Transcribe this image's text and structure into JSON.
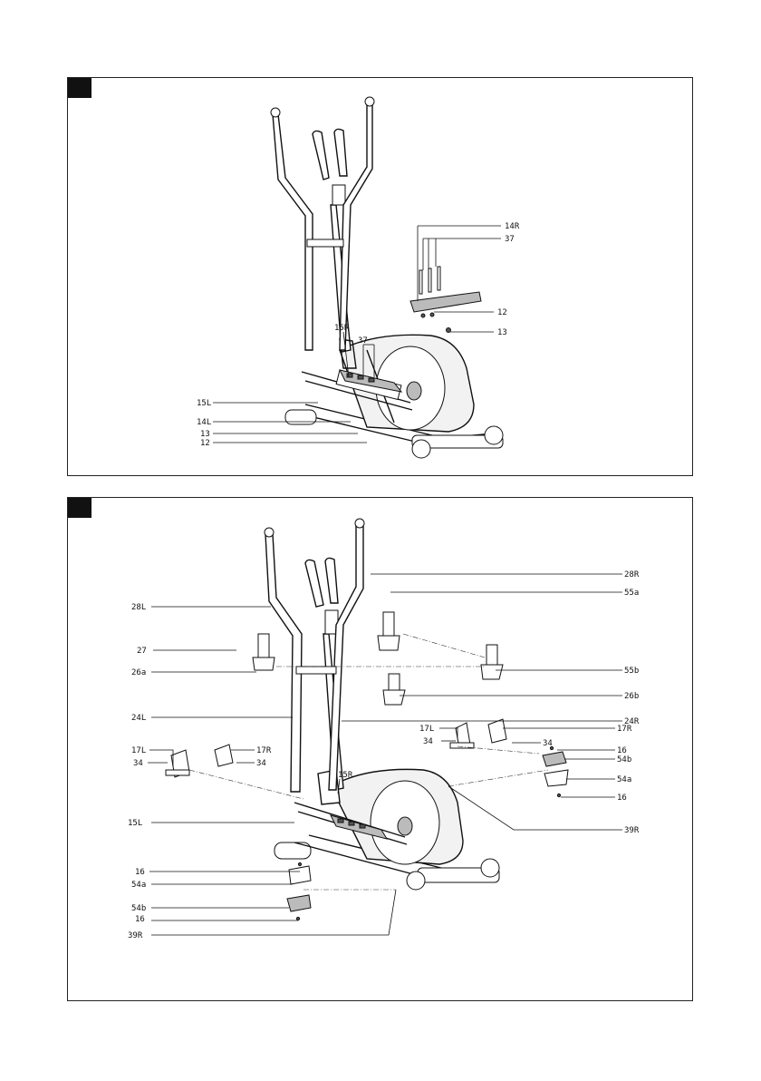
{
  "panel1": {
    "labels": {
      "p14R": "14R",
      "p37a": "37",
      "p12a": "12",
      "p13a": "13",
      "p15R": "15R",
      "p37b": "37",
      "p15L": "15L",
      "p14L": "14L",
      "p13b": "13",
      "p12b": "12"
    }
  },
  "panel2": {
    "labels": {
      "p28R": "28R",
      "p28L": "28L",
      "p55a": "55a",
      "p27": "27",
      "p26a": "26a",
      "p55b": "55b",
      "p26b": "26b",
      "p24L": "24L",
      "p24R": "24R",
      "p17La": "17L",
      "p34a": "34",
      "p17Ra": "17R",
      "p34b": "34",
      "p16a": "16",
      "p54ba": "54b",
      "p17Lb": "17L",
      "p17Rb": "17R",
      "p34c": "34",
      "p34d": "34",
      "p15R": "15R",
      "p54aa": "54a",
      "p16b": "16",
      "p15L": "15L",
      "p39Ra": "39R",
      "p16c": "16",
      "p54ab": "54a",
      "p54bb": "54b",
      "p16d": "16",
      "p39Rb": "39R"
    }
  }
}
